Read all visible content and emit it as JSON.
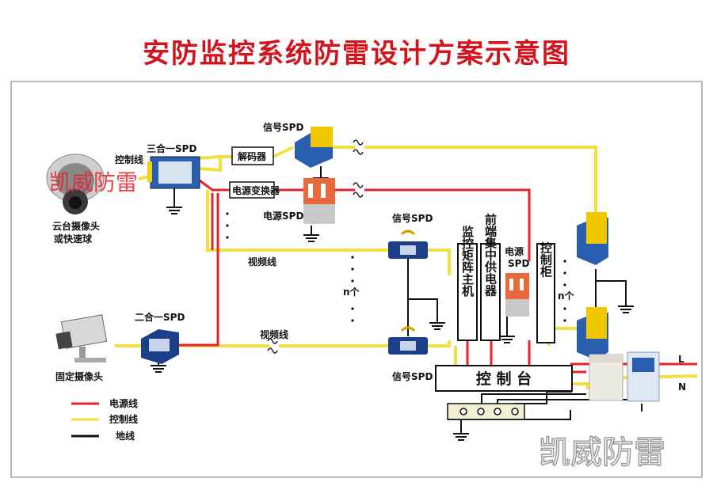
{
  "title": "安防监控系统防雷设计方案示意图",
  "colors": {
    "power": "#e8202a",
    "control": "#f0e040",
    "ground": "#111111",
    "title": "#d4141c"
  },
  "labels": {
    "camera_ptz": "云台摄像头",
    "camera_ptz2": "或快速球",
    "camera_fixed": "固定摄像头",
    "control_line": "控制线",
    "spd_3in1": "三合一SPD",
    "spd_2in1": "二合一SPD",
    "decoder": "解码器",
    "power_converter": "电源变换器",
    "signal_spd_top": "信号SPD",
    "power_spd_top": "电源SPD",
    "signal_spd_mid": "信号SPD",
    "signal_spd_bottom": "信号SPD",
    "video_line_1": "视频线",
    "video_line_2": "视频线",
    "n_a": "n个",
    "n_b": "n个",
    "matrix": "监控矩阵主机",
    "front_supply": "前端集中供电器",
    "power_spd_center_1": "电源",
    "power_spd_center_2": "SPD",
    "cabinet": "控制柜",
    "console": "控  制  台",
    "L": "L",
    "N": "N"
  },
  "legend": [
    {
      "label": "电源线",
      "color": "#e8202a"
    },
    {
      "label": "控制线",
      "color": "#f0e040"
    },
    {
      "label": "地线",
      "color": "#111111"
    }
  ],
  "watermark_red": "凯威防雷",
  "watermark_gray": "凯威防雷"
}
